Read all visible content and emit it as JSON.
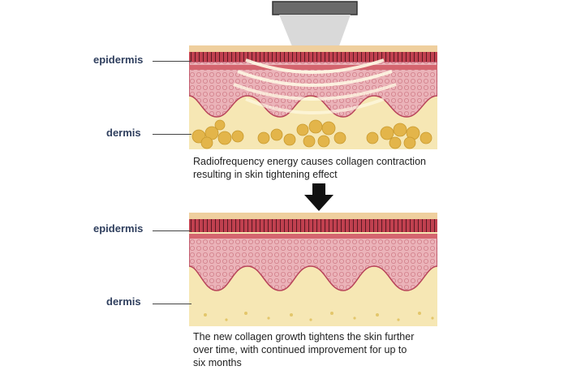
{
  "top_panel": {
    "label_epidermis": "epidermis",
    "label_dermis": "dermis",
    "caption": "Radiofrequency energy causes collagen contraction\nresulting in skin tightening effect"
  },
  "bottom_panel": {
    "label_epidermis": "epidermis",
    "label_dermis": "dermis",
    "caption": "The new collagen growth tightens the skin further\nover time, with continued improvement for up to\nsix months"
  },
  "icons": {
    "device": "rf-applicator-icon",
    "arrow": "down-arrow-icon"
  },
  "colors": {
    "epidermis_band": "#c94a5a",
    "collagen_pink": "#e8a9b0",
    "dermis_yellow": "#f6e7b4",
    "fat_cell": "#e3b54a",
    "label_text": "#2f3f5e"
  }
}
